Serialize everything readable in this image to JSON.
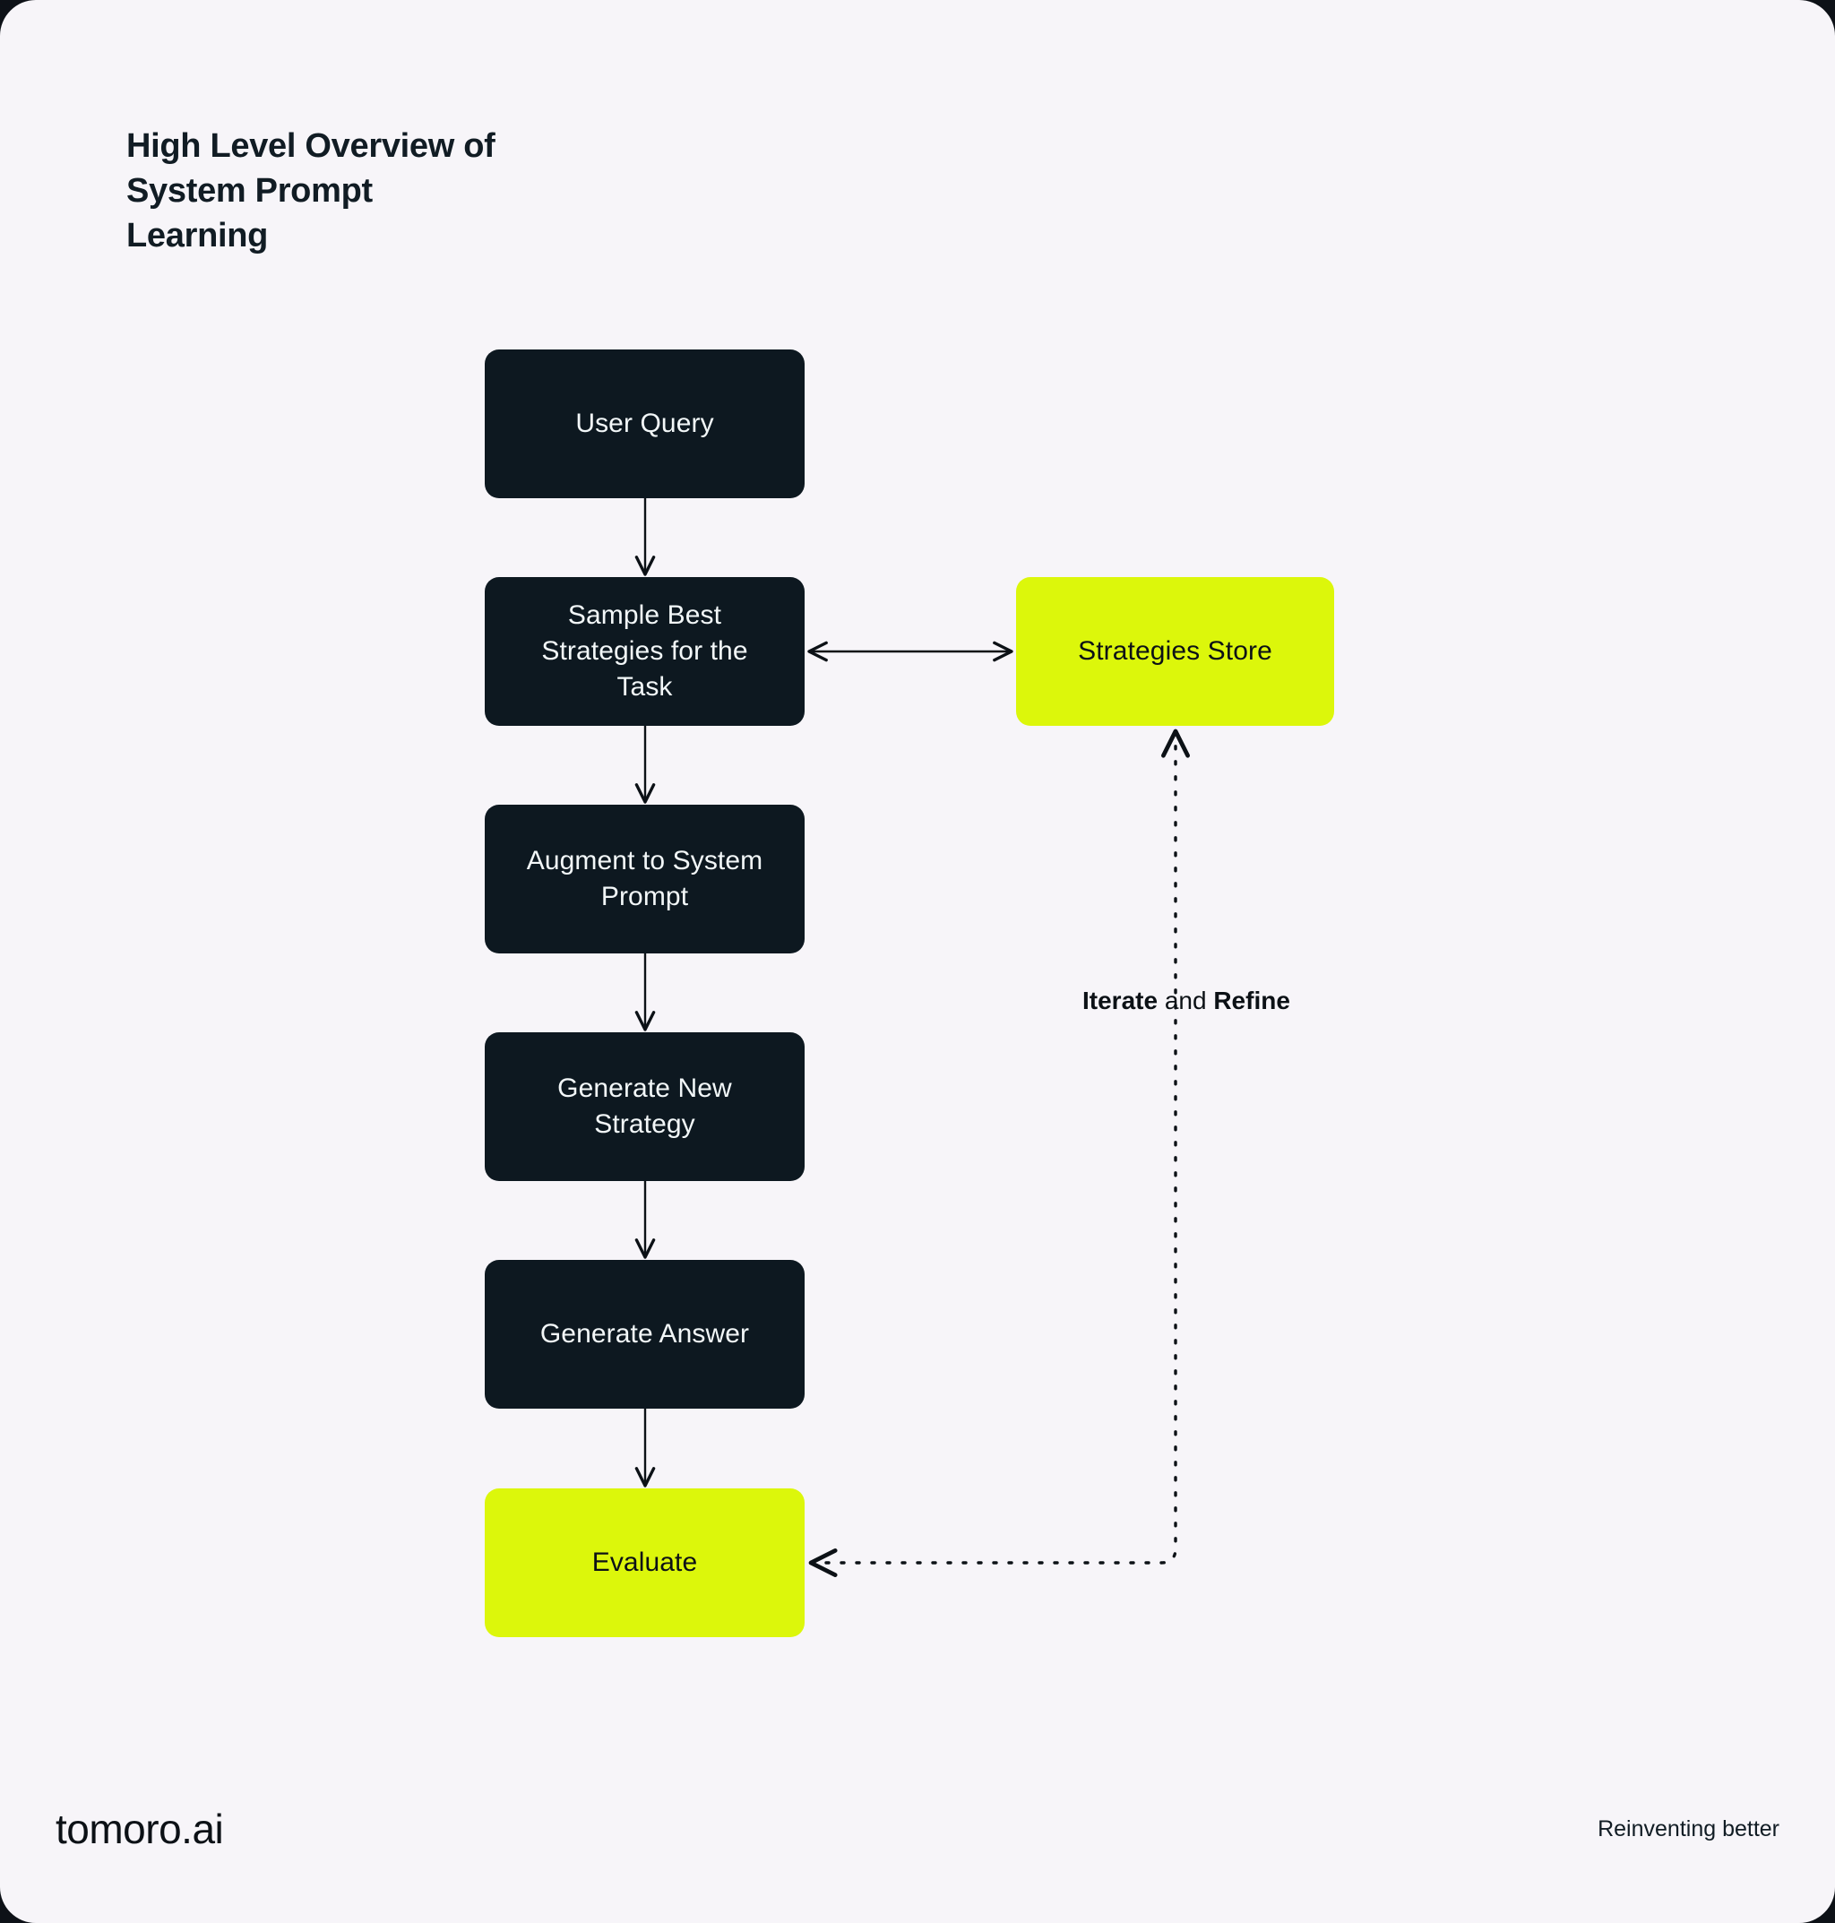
{
  "page": {
    "title": "High Level Overview of\nSystem Prompt\nLearning",
    "background_color": "#f7f5f9"
  },
  "colors": {
    "dark_node": "#0d1820",
    "accent_green": "#dcf70b",
    "text_dark": "#111c24",
    "text_light": "#f2f7f8",
    "edge": "#0c1116"
  },
  "diagram": {
    "type": "flowchart",
    "nodes": [
      {
        "id": "user-query",
        "label": "User Query",
        "style": "dark"
      },
      {
        "id": "sample-strategies",
        "label": "Sample Best\nStrategies for the\nTask",
        "style": "dark"
      },
      {
        "id": "strategies-store",
        "label": "Strategies Store",
        "style": "green"
      },
      {
        "id": "augment-prompt",
        "label": "Augment to System\nPrompt",
        "style": "dark"
      },
      {
        "id": "generate-strategy",
        "label": "Generate New\nStrategy",
        "style": "dark"
      },
      {
        "id": "generate-answer",
        "label": "Generate Answer",
        "style": "dark"
      },
      {
        "id": "evaluate",
        "label": "Evaluate",
        "style": "green"
      }
    ],
    "edges": [
      {
        "from": "user-query",
        "to": "sample-strategies",
        "style": "solid",
        "direction": "down"
      },
      {
        "from": "sample-strategies",
        "to": "strategies-store",
        "style": "solid",
        "direction": "both"
      },
      {
        "from": "sample-strategies",
        "to": "augment-prompt",
        "style": "solid",
        "direction": "down"
      },
      {
        "from": "augment-prompt",
        "to": "generate-strategy",
        "style": "solid",
        "direction": "down"
      },
      {
        "from": "generate-strategy",
        "to": "generate-answer",
        "style": "solid",
        "direction": "down"
      },
      {
        "from": "generate-answer",
        "to": "evaluate",
        "style": "solid",
        "direction": "down"
      },
      {
        "from": "evaluate",
        "to": "strategies-store",
        "style": "dotted",
        "direction": "up",
        "label_bold_1": "Iterate",
        "label_plain": " and ",
        "label_bold_2": "Refine"
      }
    ]
  },
  "edge_label": {
    "bold_first": "Iterate",
    "plain": " and ",
    "bold_second": "Refine"
  },
  "footer": {
    "logo": "tomoro.ai",
    "tagline": "Reinventing better"
  }
}
